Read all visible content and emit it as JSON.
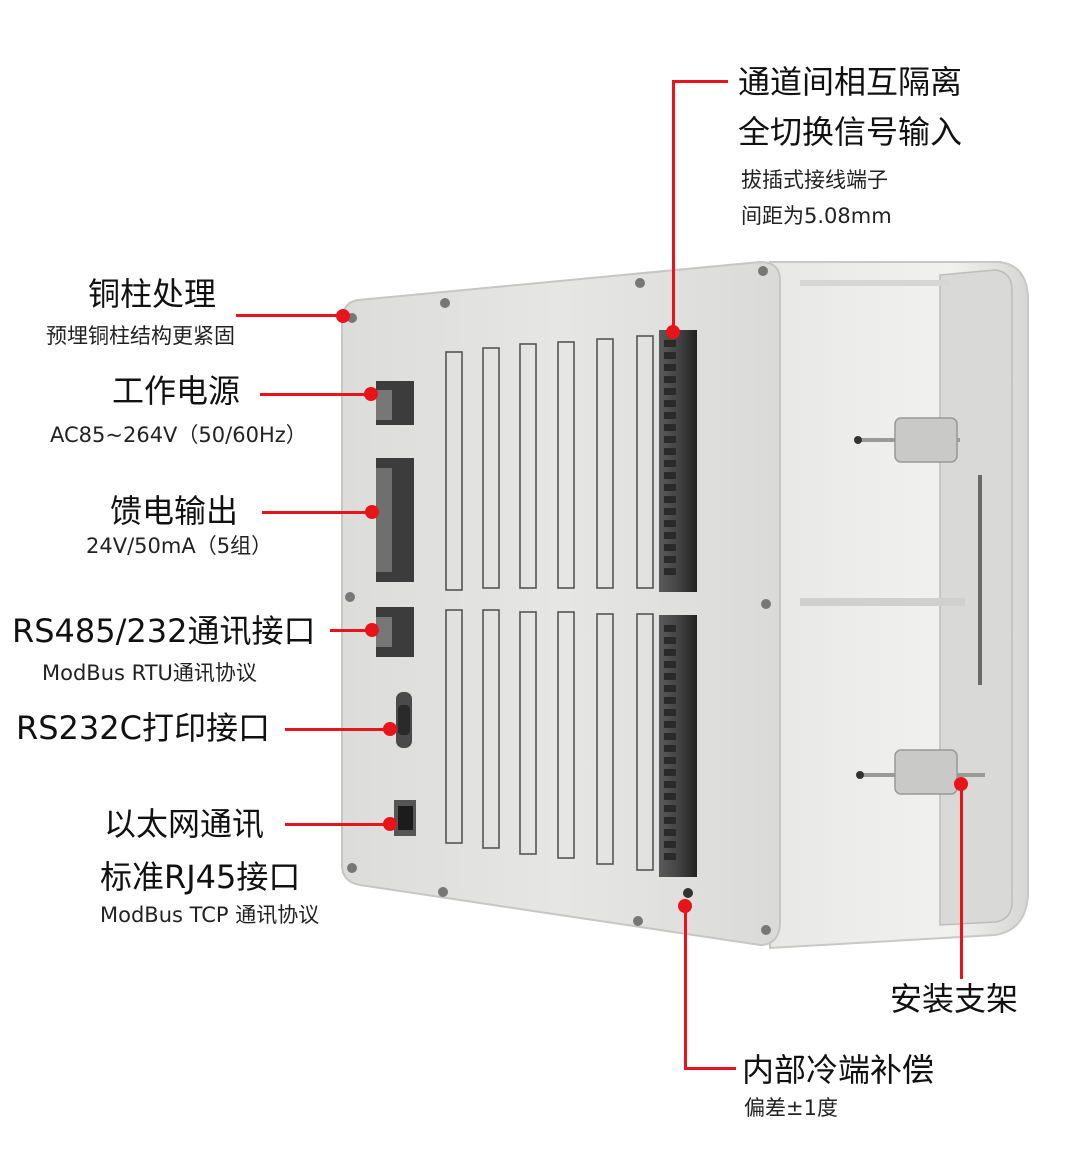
{
  "callouts": {
    "channel_isolation": {
      "title_line1": "通道间相互隔离",
      "title_line2": "全切换信号输入",
      "sub_line1": "拔插式接线端子",
      "sub_line2": "间距为5.08mm"
    },
    "copper_post": {
      "title": "铜柱处理",
      "sub": "预埋铜柱结构更紧固"
    },
    "power": {
      "title": "工作电源",
      "sub": "AC85~264V（50/60Hz）"
    },
    "feed_output": {
      "title": "馈电输出",
      "sub": "24V/50mA（5组）"
    },
    "rs485": {
      "title": "RS485/232通讯接口",
      "sub": "ModBus RTU通讯协议"
    },
    "rs232c": {
      "title": "RS232C打印接口"
    },
    "ethernet": {
      "title": "以太网通讯",
      "title2": "标准RJ45接口",
      "sub": "ModBus TCP 通讯协议"
    },
    "bracket": {
      "title": "安装支架"
    },
    "cold_junction": {
      "title": "内部冷端补偿",
      "sub": "偏差±1度"
    }
  },
  "colors": {
    "leader": "#e8141c",
    "housing": "#e4e4e2",
    "terminal": "#3a3a3a"
  }
}
